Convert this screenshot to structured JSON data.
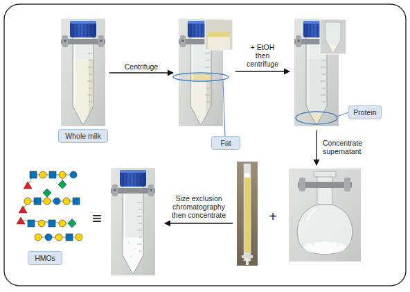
{
  "diagram": {
    "nodes": [
      {
        "text": [
          "Whole milk"
        ]
      },
      {
        "text": [
          "Fat"
        ]
      },
      {
        "text": [
          "Protein"
        ]
      },
      {
        "text": [
          "HMOs"
        ]
      }
    ],
    "labels": [
      "Centrifuge",
      "+ EtOH then centrifuge",
      "Concentrate supernatant",
      "+",
      "Size exclusion chromatography then concentrate",
      "≡"
    ]
  }
}
